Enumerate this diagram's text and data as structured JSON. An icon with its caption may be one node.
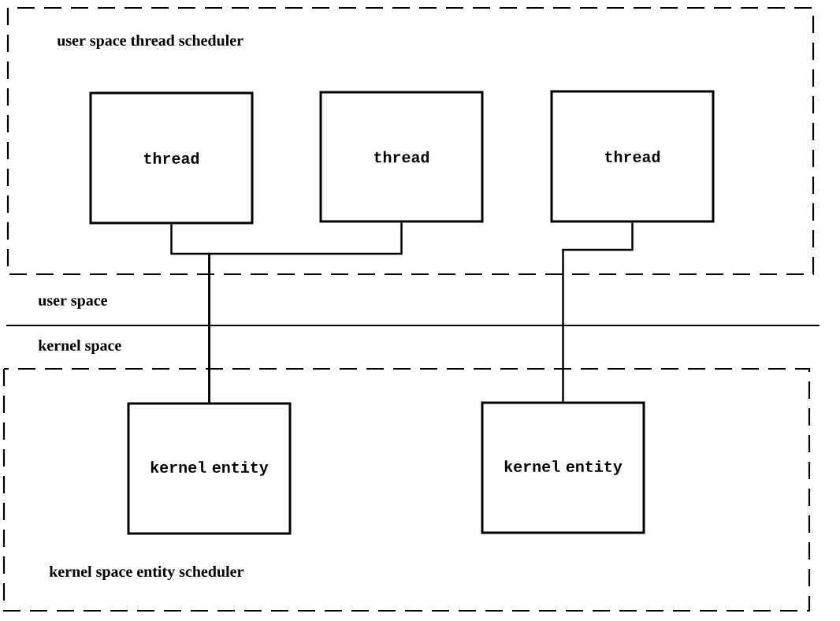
{
  "diagram": {
    "nodes": [
      {
        "text": [
          "user space thread scheduler"
        ]
      },
      {
        "text": [
          "thread"
        ],
        "in": 0
      },
      {
        "text": [
          "thread"
        ],
        "in": 0
      },
      {
        "text": [
          "thread"
        ],
        "in": 0
      },
      {
        "text": [
          "kernel space entity scheduler"
        ]
      },
      {
        "text": [
          "kernel entity"
        ],
        "in": 4
      },
      {
        "text": [
          "kernel entity"
        ],
        "in": 4
      }
    ],
    "edges": [
      {
        "from": 1,
        "to": 5,
        "arrow": "none"
      },
      {
        "from": 2,
        "to": 5,
        "arrow": "none"
      },
      {
        "from": 3,
        "to": 6,
        "arrow": "none"
      }
    ],
    "labels": [
      "user space",
      "kernel space"
    ]
  }
}
